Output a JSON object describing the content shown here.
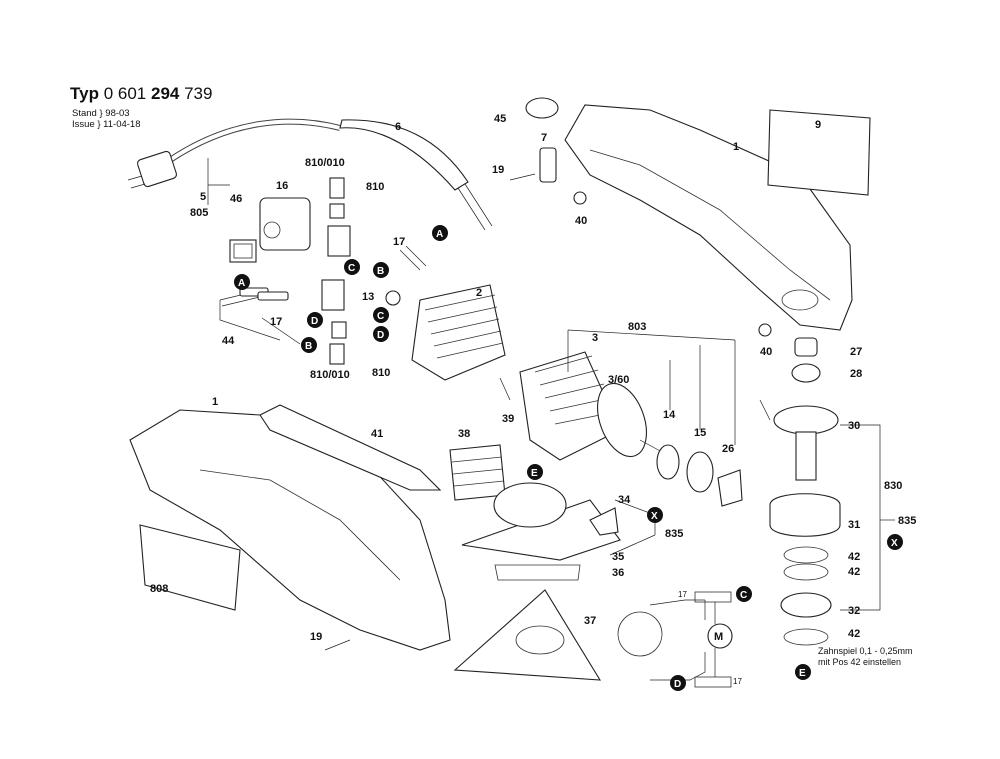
{
  "header": {
    "typ_label": "Typ",
    "num_a": "0 601",
    "num_b": "294",
    "num_c": "739",
    "stand_label": "Stand",
    "stand_value": "98-03",
    "issue_label": "Issue",
    "issue_value": "11-04-18"
  },
  "note": {
    "line1": "Zahnspiel 0,1 - 0,25mm",
    "line2": "mit Pos 42 einstellen"
  },
  "motor_symbol": "M",
  "labels": {
    "p1a": "1",
    "p1b": "1",
    "p2": "2",
    "p3": "3",
    "p360": "3/60",
    "p5": "5",
    "p6": "6",
    "p7": "7",
    "p9": "9",
    "p13": "13",
    "p14": "14",
    "p15": "15",
    "p16": "16",
    "p17a": "17",
    "p17b": "17",
    "p17c": "17",
    "p17d": "17",
    "p19a": "19",
    "p19b": "19",
    "p26": "26",
    "p27": "27",
    "p28": "28",
    "p30": "30",
    "p31": "31",
    "p32": "32",
    "p34": "34",
    "p35": "35",
    "p36": "36",
    "p37": "37",
    "p38": "38",
    "p39": "39",
    "p40a": "40",
    "p40b": "40",
    "p41": "41",
    "p42a": "42",
    "p42b": "42",
    "p42c": "42",
    "p44": "44",
    "p45": "45",
    "p46": "46",
    "p803": "803",
    "p805": "805",
    "p808": "808",
    "p810a": "810",
    "p810b": "810",
    "p810c": "810/010",
    "p810d": "810/010",
    "p830": "830",
    "p835a": "835",
    "p835b": "835"
  },
  "markers": {
    "A": "A",
    "B": "B",
    "C": "C",
    "D": "D",
    "E": "E",
    "X": "X"
  }
}
